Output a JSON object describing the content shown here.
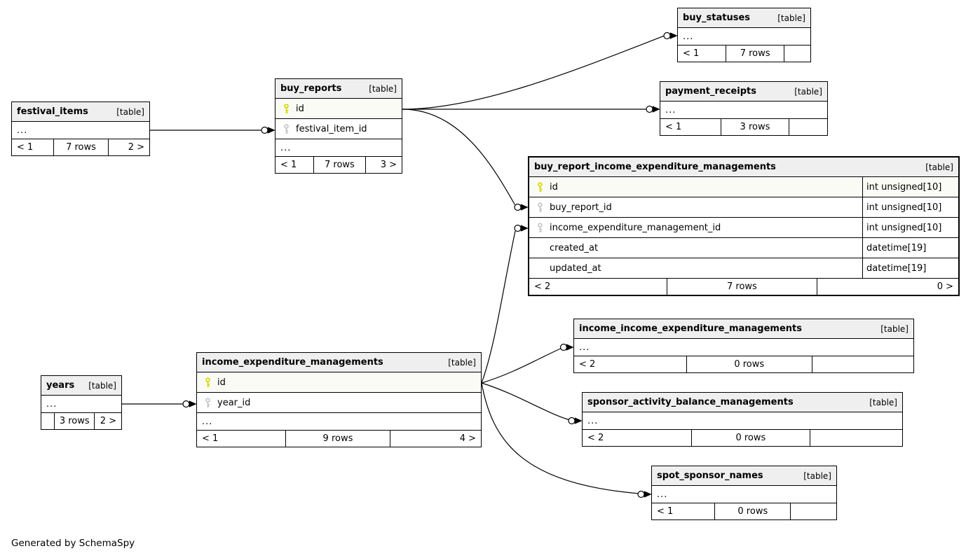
{
  "footer_note": "Generated by SchemaSpy",
  "colors": {
    "header_bg": "#efefef",
    "pk_key": "#d6d600",
    "fk_key": "#c4c4c4",
    "line": "#000000"
  },
  "tables": {
    "festival_items": {
      "title": "festival_items",
      "tag": "[table]",
      "ellipsis": "...",
      "footer": {
        "left": "< 1",
        "center": "7 rows",
        "right": "2 >"
      }
    },
    "buy_reports": {
      "title": "buy_reports",
      "tag": "[table]",
      "ellipsis": "...",
      "columns": [
        {
          "name": "id",
          "key": "primary"
        },
        {
          "name": "festival_item_id",
          "key": "foreign"
        }
      ],
      "footer": {
        "left": "< 1",
        "center": "7 rows",
        "right": "3 >"
      }
    },
    "buy_statuses": {
      "title": "buy_statuses",
      "tag": "[table]",
      "ellipsis": "...",
      "footer": {
        "left": "< 1",
        "center": "7 rows",
        "right": ""
      }
    },
    "payment_receipts": {
      "title": "payment_receipts",
      "tag": "[table]",
      "ellipsis": "...",
      "footer": {
        "left": "< 1",
        "center": "3 rows",
        "right": ""
      }
    },
    "buy_report_income_expenditure_managements": {
      "title": "buy_report_income_expenditure_managements",
      "tag": "[table]",
      "columns": [
        {
          "name": "id",
          "key": "primary",
          "type": "int unsigned[10]"
        },
        {
          "name": "buy_report_id",
          "key": "foreign",
          "type": "int unsigned[10]"
        },
        {
          "name": "income_expenditure_management_id",
          "key": "foreign",
          "type": "int unsigned[10]"
        },
        {
          "name": "created_at",
          "key": null,
          "type": "datetime[19]"
        },
        {
          "name": "updated_at",
          "key": null,
          "type": "datetime[19]"
        }
      ],
      "footer": {
        "left": "< 2",
        "center": "7 rows",
        "right": "0 >"
      }
    },
    "income_income_expenditure_managements": {
      "title": "income_income_expenditure_managements",
      "tag": "[table]",
      "ellipsis": "...",
      "footer": {
        "left": "< 2",
        "center": "0 rows",
        "right": ""
      }
    },
    "sponsor_activity_balance_managements": {
      "title": "sponsor_activity_balance_managements",
      "tag": "[table]",
      "ellipsis": "...",
      "footer": {
        "left": "< 2",
        "center": "0 rows",
        "right": ""
      }
    },
    "spot_sponsor_names": {
      "title": "spot_sponsor_names",
      "tag": "[table]",
      "ellipsis": "...",
      "footer": {
        "left": "< 1",
        "center": "0 rows",
        "right": ""
      }
    },
    "years": {
      "title": "years",
      "tag": "[table]",
      "ellipsis": "...",
      "footer": {
        "left": "",
        "center": "3 rows",
        "right": "2 >"
      }
    },
    "income_expenditure_managements": {
      "title": "income_expenditure_managements",
      "tag": "[table]",
      "ellipsis": "...",
      "columns": [
        {
          "name": "id",
          "key": "primary"
        },
        {
          "name": "year_id",
          "key": "foreign"
        }
      ],
      "footer": {
        "left": "< 1",
        "center": "9 rows",
        "right": "4 >"
      }
    }
  },
  "relationships": [
    {
      "from": "festival_items",
      "to": "buy_reports.festival_item_id"
    },
    {
      "from": "buy_reports.id",
      "to": "buy_statuses"
    },
    {
      "from": "buy_reports.id",
      "to": "payment_receipts"
    },
    {
      "from": "buy_reports.id",
      "to": "buy_report_income_expenditure_managements.buy_report_id"
    },
    {
      "from": "income_expenditure_managements.id",
      "to": "buy_report_income_expenditure_managements.income_expenditure_management_id"
    },
    {
      "from": "income_expenditure_managements.id",
      "to": "income_income_expenditure_managements"
    },
    {
      "from": "income_expenditure_managements.id",
      "to": "sponsor_activity_balance_managements"
    },
    {
      "from": "income_expenditure_managements.id",
      "to": "spot_sponsor_names"
    },
    {
      "from": "years",
      "to": "income_expenditure_managements.year_id"
    }
  ]
}
